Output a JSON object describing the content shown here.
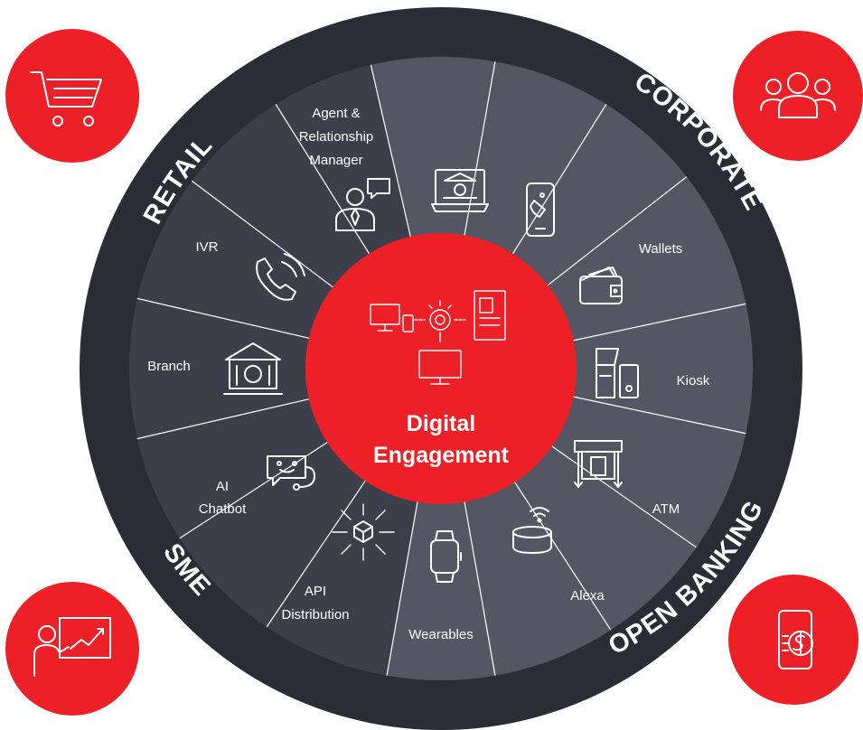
{
  "center": {
    "title_line1": "Digital",
    "title_line2": "Engagement",
    "color": "#ee2027"
  },
  "ring_labels": {
    "retail": "RETAIL",
    "corporate": "CORPORATE",
    "open_banking": "OPEN BANKING",
    "sme": "SME"
  },
  "segments": {
    "agent_line1": "Agent &",
    "agent_line2": "Relationship",
    "agent_line3": "Manager",
    "ivr": "IVR",
    "branch": "Branch",
    "ai_line1": "AI",
    "ai_line2": "Chatbot",
    "api_line1": "API",
    "api_line2": "Distribution",
    "wearables": "Wearables",
    "alexa": "Alexa",
    "atm": "ATM",
    "kiosk": "Kiosk",
    "wallets": "Wallets"
  },
  "corner_icons": [
    "shopping-cart-icon",
    "group-people-icon",
    "presentation-growth-icon",
    "mobile-payment-icon"
  ],
  "colors": {
    "outer_ring": "#2b2d36",
    "segment_dark": "#3c3e4a",
    "segment_light": "#545664",
    "accent_red": "#ee2027"
  }
}
